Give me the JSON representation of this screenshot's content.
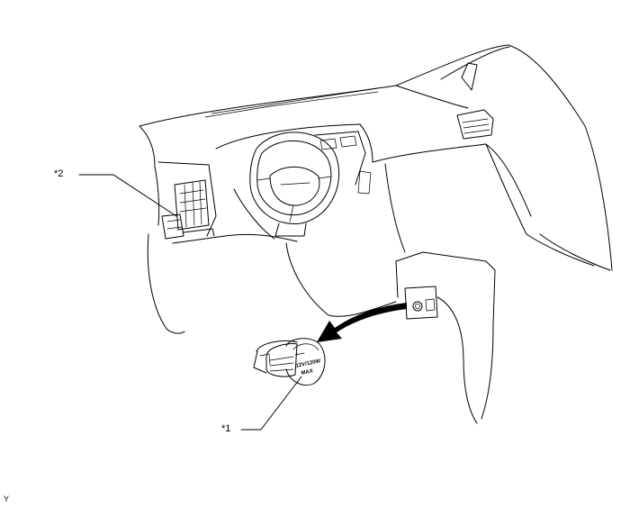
{
  "callouts": {
    "item_1": "*1",
    "item_2": "*2"
  },
  "plug_marking": {
    "line1": "12V/120W",
    "line2": "MAX"
  },
  "corner_mark": "Y"
}
